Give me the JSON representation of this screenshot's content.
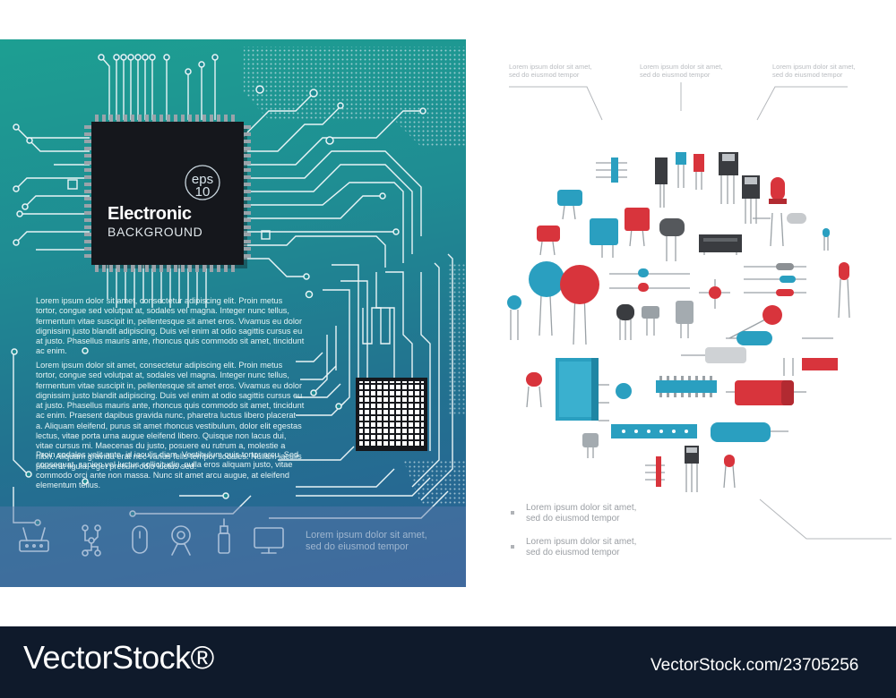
{
  "banner": {
    "title": "Electronic",
    "subtitle": "BACKGROUND",
    "badge_line1": "eps",
    "badge_line2": "10"
  },
  "paragraphs": [
    "Lorem ipsum dolor sit amet, consectetur adipiscing elit. Proin metus tortor, congue sed volutpat at, sodales vel magna. Integer nunc tellus, fermentum vitae suscipit in, pellentesque sit amet eros. Vivamus eu dolor dignissim justo blandit adipiscing. Duis vel enim at odio sagittis cursus eu at justo. Phasellus mauris ante, rhoncus quis commodo sit amet, tincidunt ac enim.",
    "Lorem ipsum dolor sit amet, consectetur adipiscing elit. Proin metus tortor, congue sed volutpat at, sodales vel magna. Integer nunc tellus, fermentum vitae suscipit in, pellentesque sit amet eros. Vivamus eu dolor dignissim justo blandit adipiscing. Duis vel enim at odio sagittis cursus eu at justo. Phasellus mauris ante, rhoncus quis commodo sit amet, tincidunt ac enim. Praesent dapibus gravida nunc, pharetra luctus libero placerat a. Aliquam eleifend, purus sit amet rhoncus vestibulum, dolor elit egestas lectus, vitae porta urna augue eleifend libero. Quisque non lacus dui, vitae cursus mi. Maecenas du justo, posuere eu rutrum a, molestie a nibh. Aliquam gravida erat nec varius felis tempor sodales. Nullam iaculis placerat ligula, eget pretium odio luctus sed.",
    "Proin sodales velit ante, id iaculis diam. Vestibulum quis tortor arcu. Sed consequat, sapien vel luctus sollicitudin, nulla eros aliquam justo, vitae commodo orci ante non massa. Nunc sit amet arcu augue, at eleifend elementum tellus."
  ],
  "bar_text": {
    "line1": "Lorem ipsum dolor sit amet,",
    "line2": "sed do eiusmod tempor"
  },
  "bar_icons": [
    "router-icon",
    "circuit-icon",
    "mouse-icon",
    "webcam-icon",
    "usb-icon",
    "monitor-icon"
  ],
  "top_notes": [
    {
      "line1": "Lorem ipsum dolor sit amet,",
      "line2": "sed do eiusmod tempor"
    },
    {
      "line1": "Lorem ipsum dolor sit amet,",
      "line2": "sed do eiusmod tempor"
    },
    {
      "line1": "Lorem ipsum dolor sit amet,",
      "line2": "sed do eiusmod tempor"
    }
  ],
  "bottom_notes": [
    {
      "line1": "Lorem ipsum dolor sit amet,",
      "line2": "sed do eiusmod tempor"
    },
    {
      "line1": "Lorem ipsum dolor sit amet,",
      "line2": "sed do eiusmod tempor"
    }
  ],
  "footer": {
    "brand": "VectorStock®",
    "stock_url": "VectorStock.com/23705256"
  },
  "colors": {
    "board_top": "#1d9f92",
    "board_bottom": "#2a5f94",
    "chip": "#15171c",
    "teal": "#2a9fc0",
    "red": "#d8343c",
    "footer": "#0f1a2b"
  }
}
